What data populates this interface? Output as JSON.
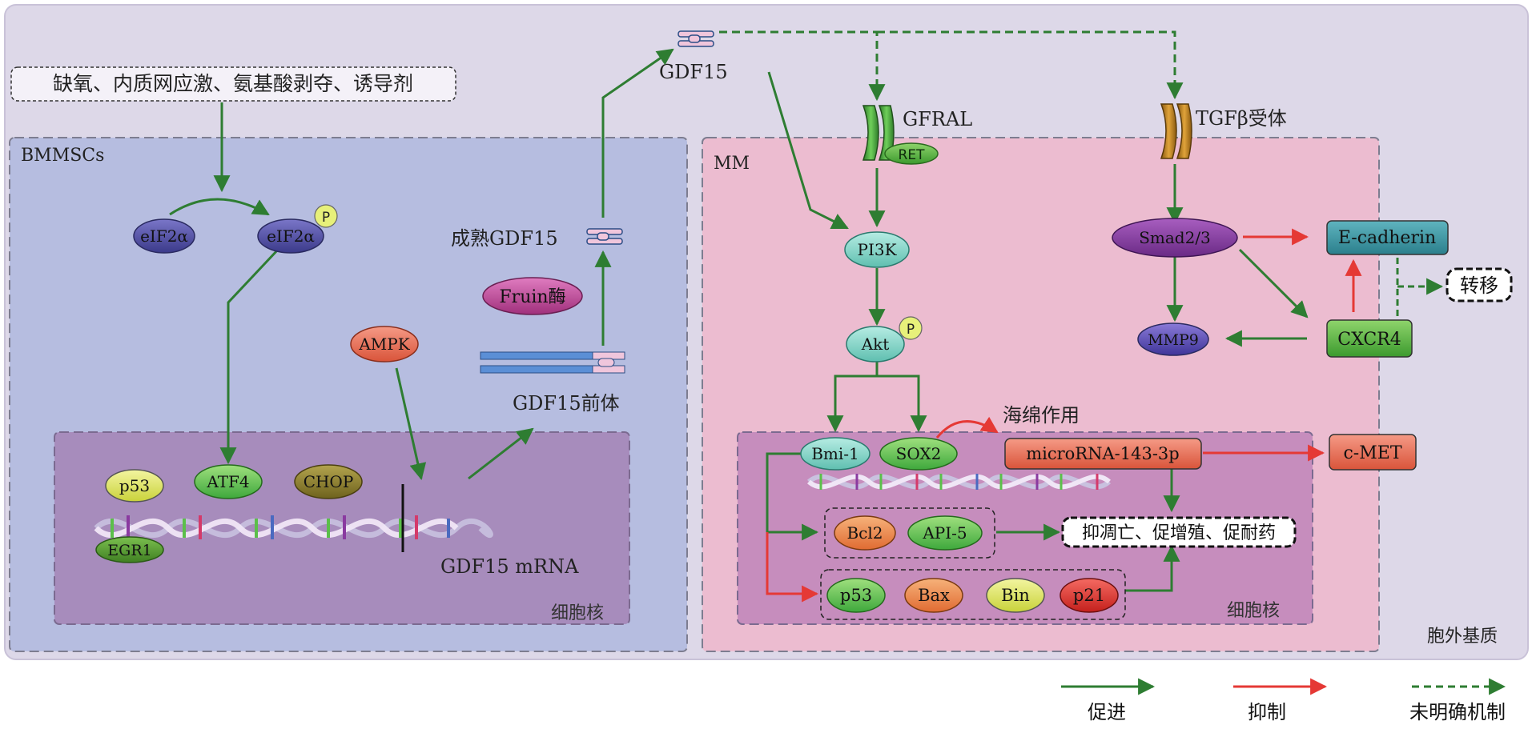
{
  "triggers": "缺氧、内质网应激、氨基酸剥夺、诱导剂",
  "regions": {
    "bmmsc": "BMMSCs",
    "mm": "MM",
    "nucleus_left": "细胞核",
    "nucleus_right": "细胞核",
    "ecm": "胞外基质"
  },
  "proteins": {
    "eif2a": "eIF2α",
    "eif2a_p": "eIF2α",
    "phospho": "P",
    "p53_left": "p53",
    "atf4": "ATF4",
    "chop": "CHOP",
    "egr1": "EGR1",
    "ampk": "AMPK",
    "furin": "Fruin酶",
    "pi3k": "PI3K",
    "akt": "Akt",
    "bmi1": "Bmi-1",
    "sox2": "SOX2",
    "smad": "Smad2/3",
    "mmp9": "MMP9",
    "ecadherin": "E-cadherin",
    "cxcr4": "CXCR4",
    "cmet": "c-MET",
    "mirna": "microRNA-143-3p",
    "bcl2": "Bcl2",
    "api5": "API-5",
    "p53_right": "p53",
    "bax": "Bax",
    "bin": "Bin",
    "p21": "p21",
    "ret": "RET"
  },
  "labels": {
    "gdf15_top": "GDF15",
    "mature_gdf15": "成熟GDF15",
    "gdf15_precursor": "GDF15前体",
    "gdf15_mrna": "GDF15 mRNA",
    "gfral": "GFRAL",
    "tgfb_receptor": "TGFβ受体",
    "sponge": "海绵作用",
    "metastasis": "转移",
    "outcome": "抑凋亡、促增殖、促耐药"
  },
  "legend": {
    "promote": "促进",
    "inhibit": "抑制",
    "unknown": "未明确机制"
  },
  "colors": {
    "promote": "#2e7d32",
    "inhibit": "#e53935",
    "outer_bg": "#ddd8e8",
    "bmmsc_bg": "#b6bde0",
    "mm_bg": "#ecbcd0",
    "nucleus_bg": "#a78cbc",
    "nucleus_right_bg": "#c68dbd"
  }
}
